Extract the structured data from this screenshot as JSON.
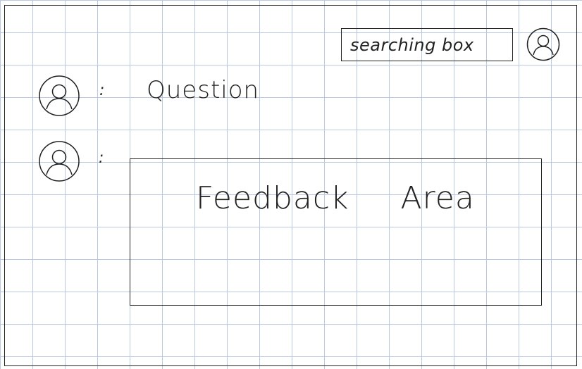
{
  "header": {
    "search": {
      "label": "searching box"
    }
  },
  "conversation": {
    "question": {
      "separator": ":",
      "text": "Question"
    },
    "feedback": {
      "separator": ":",
      "text": "Feedback Area"
    }
  },
  "icons": {
    "user_avatar_top": "user-avatar-icon",
    "question_avatar": "user-avatar-icon",
    "feedback_avatar": "user-avatar-icon"
  }
}
